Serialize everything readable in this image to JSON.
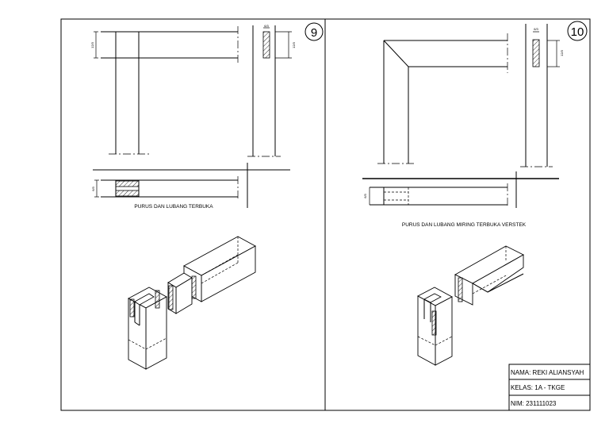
{
  "drawings": [
    {
      "number": "9",
      "title": "PURUS DAN LUBANG TERBUKA",
      "dim_width": "6/3",
      "dim_height": "12/3"
    },
    {
      "number": "10",
      "title": "PURUS DAN LUBANG MIRING TERBUKA VERSTEK",
      "dim_width": "6/3",
      "dim_height": "12/3"
    }
  ],
  "title_block": {
    "name": "NAMA: REKI ALIANSYAH",
    "class": "KELAS: 1A - TKGE",
    "nim": "NIM: 231111023"
  }
}
